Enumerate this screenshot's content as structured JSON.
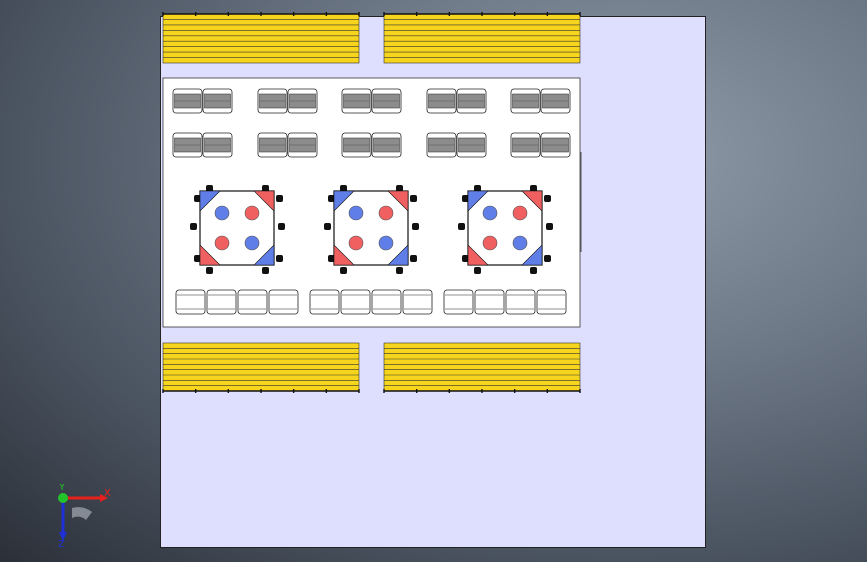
{
  "window": {
    "background_color": "#5a6472",
    "sheet_color": "#dedefe"
  },
  "model": {
    "bleacher_color": "#f7d51d",
    "desk_color": "#8c8c8c",
    "table_color": "#ffffff",
    "red_color": "#f06060",
    "blue_color": "#5f7ee8"
  },
  "triad": {
    "x_label": "X",
    "y_label": "Y",
    "z_label": "Z",
    "x_color": "#e8201c",
    "y_color": "#22c42a",
    "z_color": "#2030d8"
  }
}
